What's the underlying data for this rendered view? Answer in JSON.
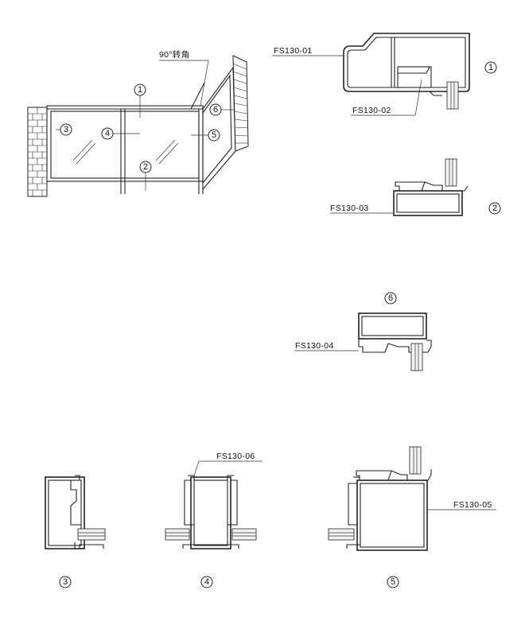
{
  "corner_label": "90°转角",
  "markers": {
    "m1": "1",
    "m2": "2",
    "m3": "3",
    "m4": "4",
    "m5": "5",
    "m6": "6"
  },
  "profiles": {
    "fs01": "FS130-01",
    "fs02": "FS130-02",
    "fs03": "FS130-03",
    "fs04": "FS130-04",
    "fs05": "FS130-05",
    "fs06": "FS130-06"
  },
  "section_numbers": {
    "s1": "1",
    "s2": "2",
    "s3": "3",
    "s4": "4",
    "s5": "5",
    "s6": "6"
  }
}
